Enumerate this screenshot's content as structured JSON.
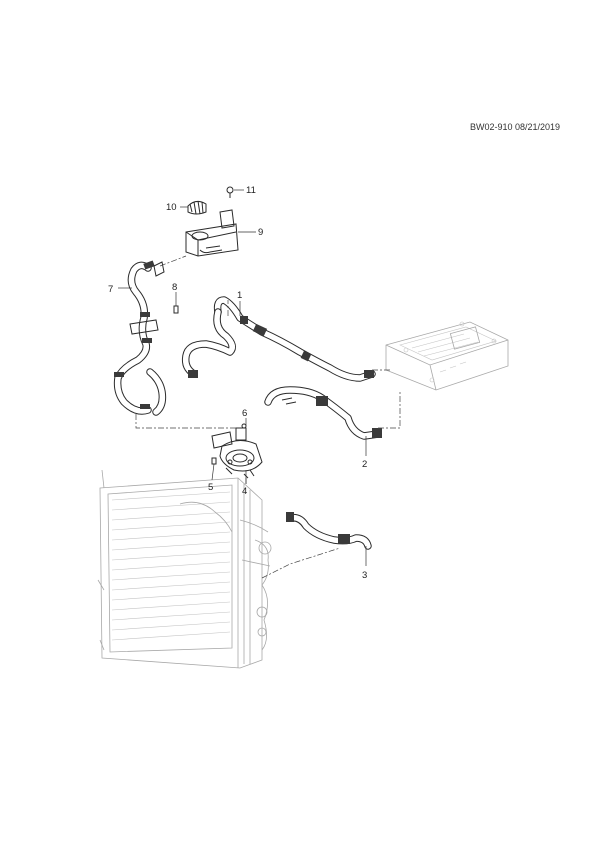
{
  "drawing_ref": "BW02-910 08/21/2019",
  "callouts": [
    {
      "id": "1",
      "label": "1"
    },
    {
      "id": "2",
      "label": "2"
    },
    {
      "id": "3",
      "label": "3"
    },
    {
      "id": "4",
      "label": "4"
    },
    {
      "id": "5",
      "label": "5"
    },
    {
      "id": "6",
      "label": "6"
    },
    {
      "id": "7",
      "label": "7"
    },
    {
      "id": "8",
      "label": "8"
    },
    {
      "id": "9",
      "label": "9"
    },
    {
      "id": "10",
      "label": "10"
    },
    {
      "id": "11",
      "label": "11"
    }
  ]
}
